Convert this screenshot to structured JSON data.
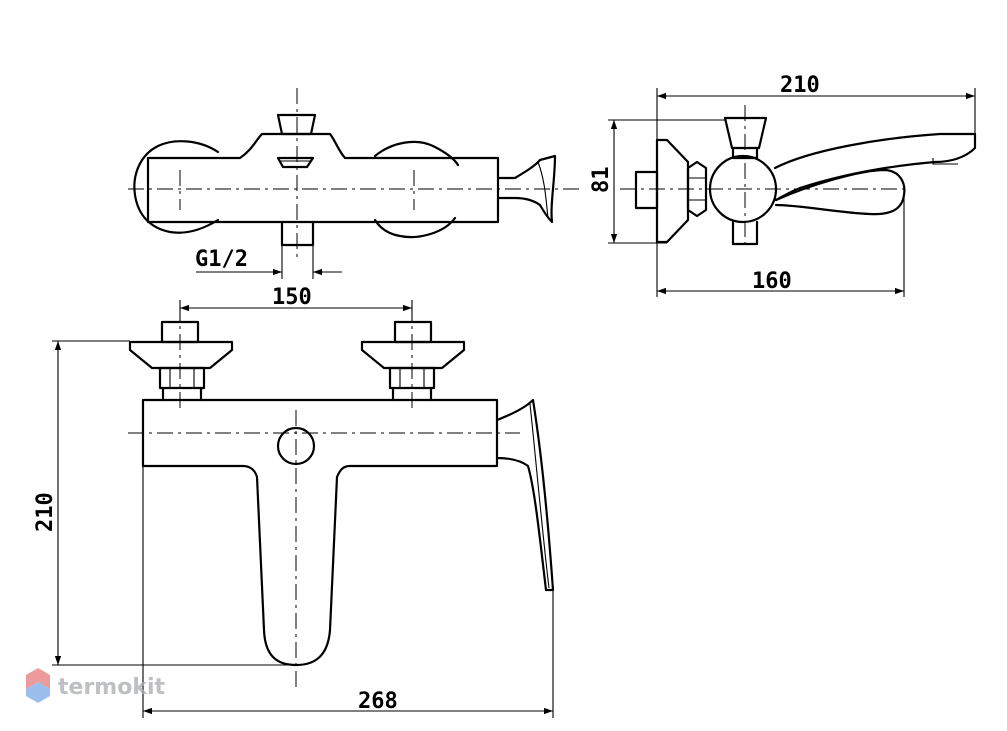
{
  "dimensions": {
    "top_view_width": "210",
    "top_view_height": "81",
    "top_view_depth": "160",
    "front_inlet_spacing": "150",
    "front_height": "210",
    "front_width": "268",
    "thread_size": "G1/2"
  },
  "watermark": {
    "brand": "termokit",
    "accent_color": "#e8797a",
    "accent_color_2": "#7aa9e8"
  }
}
